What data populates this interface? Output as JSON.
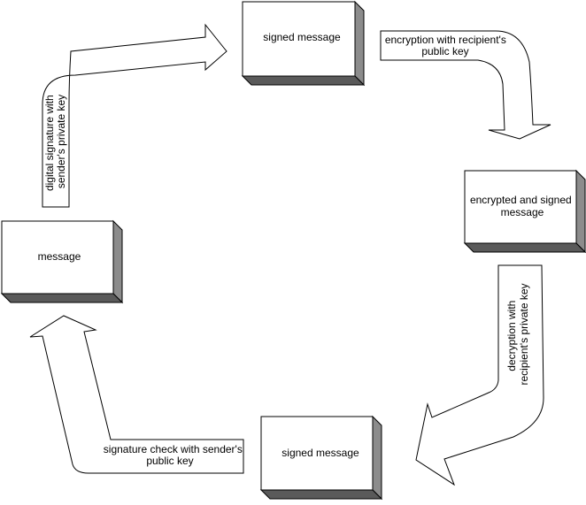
{
  "boxes": {
    "message": {
      "lines": [
        "message"
      ]
    },
    "signed_top": {
      "lines": [
        "signed message"
      ]
    },
    "encrypted_signed": {
      "lines": [
        "encrypted and signed",
        "message"
      ]
    },
    "signed_bottom": {
      "lines": [
        "signed message"
      ]
    }
  },
  "arrows": {
    "sign": {
      "lines": [
        "digital signature with",
        "sender's private key"
      ]
    },
    "encrypt": {
      "lines": [
        "encryption with recipient's",
        "public key"
      ]
    },
    "decrypt": {
      "lines": [
        "decryption with",
        "recipient's private key"
      ]
    },
    "verify": {
      "lines": [
        "signature check with sender's",
        "public key"
      ]
    }
  },
  "colors": {
    "stroke": "#000000",
    "box_face": "#ffffff",
    "box_side": "#8c8c8c",
    "box_bottom": "#5a5a5a"
  }
}
